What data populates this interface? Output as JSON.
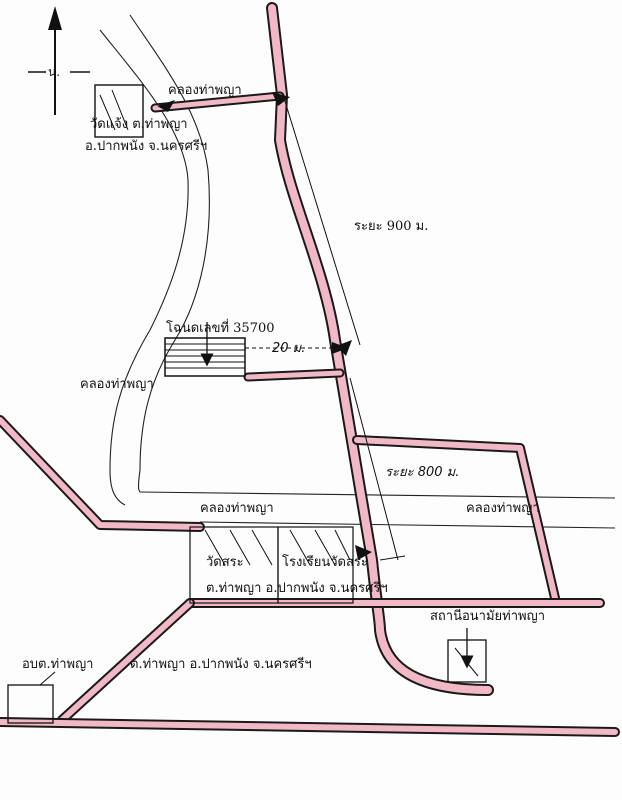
{
  "colors": {
    "paper": "#fdfdfd",
    "road_fill": "#f2b8c6",
    "ink": "#1a1a1a",
    "canal_ink": "#222222"
  },
  "labels": {
    "north": "น.",
    "canal_top": "คลองท่าพญา",
    "temple_top_name": "วัดแจ้ง ต.ท่าพญา",
    "temple_top_addr": "อ.ปากพนัง จ.นครศรีฯ",
    "distance_900": "ระยะ 900 ม.",
    "deed": "โฉนดเลขที่ 35700",
    "dist_20": "20 ม.",
    "canal_left": "คลองท่าพญา",
    "distance_800": "ระยะ 800 ม.",
    "canal_right": "คลองท่าพญา",
    "canal_mid": "คลองท่าพญา",
    "temple_sra": "วัดสระ",
    "school": "โรงเรียนวัดสระ",
    "sra_addr": "ต.ท่าพญา อ.ปากพนัง จ.นครศรีฯ",
    "health_station": "สถานีอนามัยท่าพญา",
    "obt": "อบต.ท่าพญา",
    "obt_addr": "ต.ท่าพญา อ.ปากพนัง จ.นครศรีฯ"
  },
  "icons": {
    "north_arrow": "north-arrow-icon",
    "pointer_arrow": "pointer-arrow-icon"
  }
}
